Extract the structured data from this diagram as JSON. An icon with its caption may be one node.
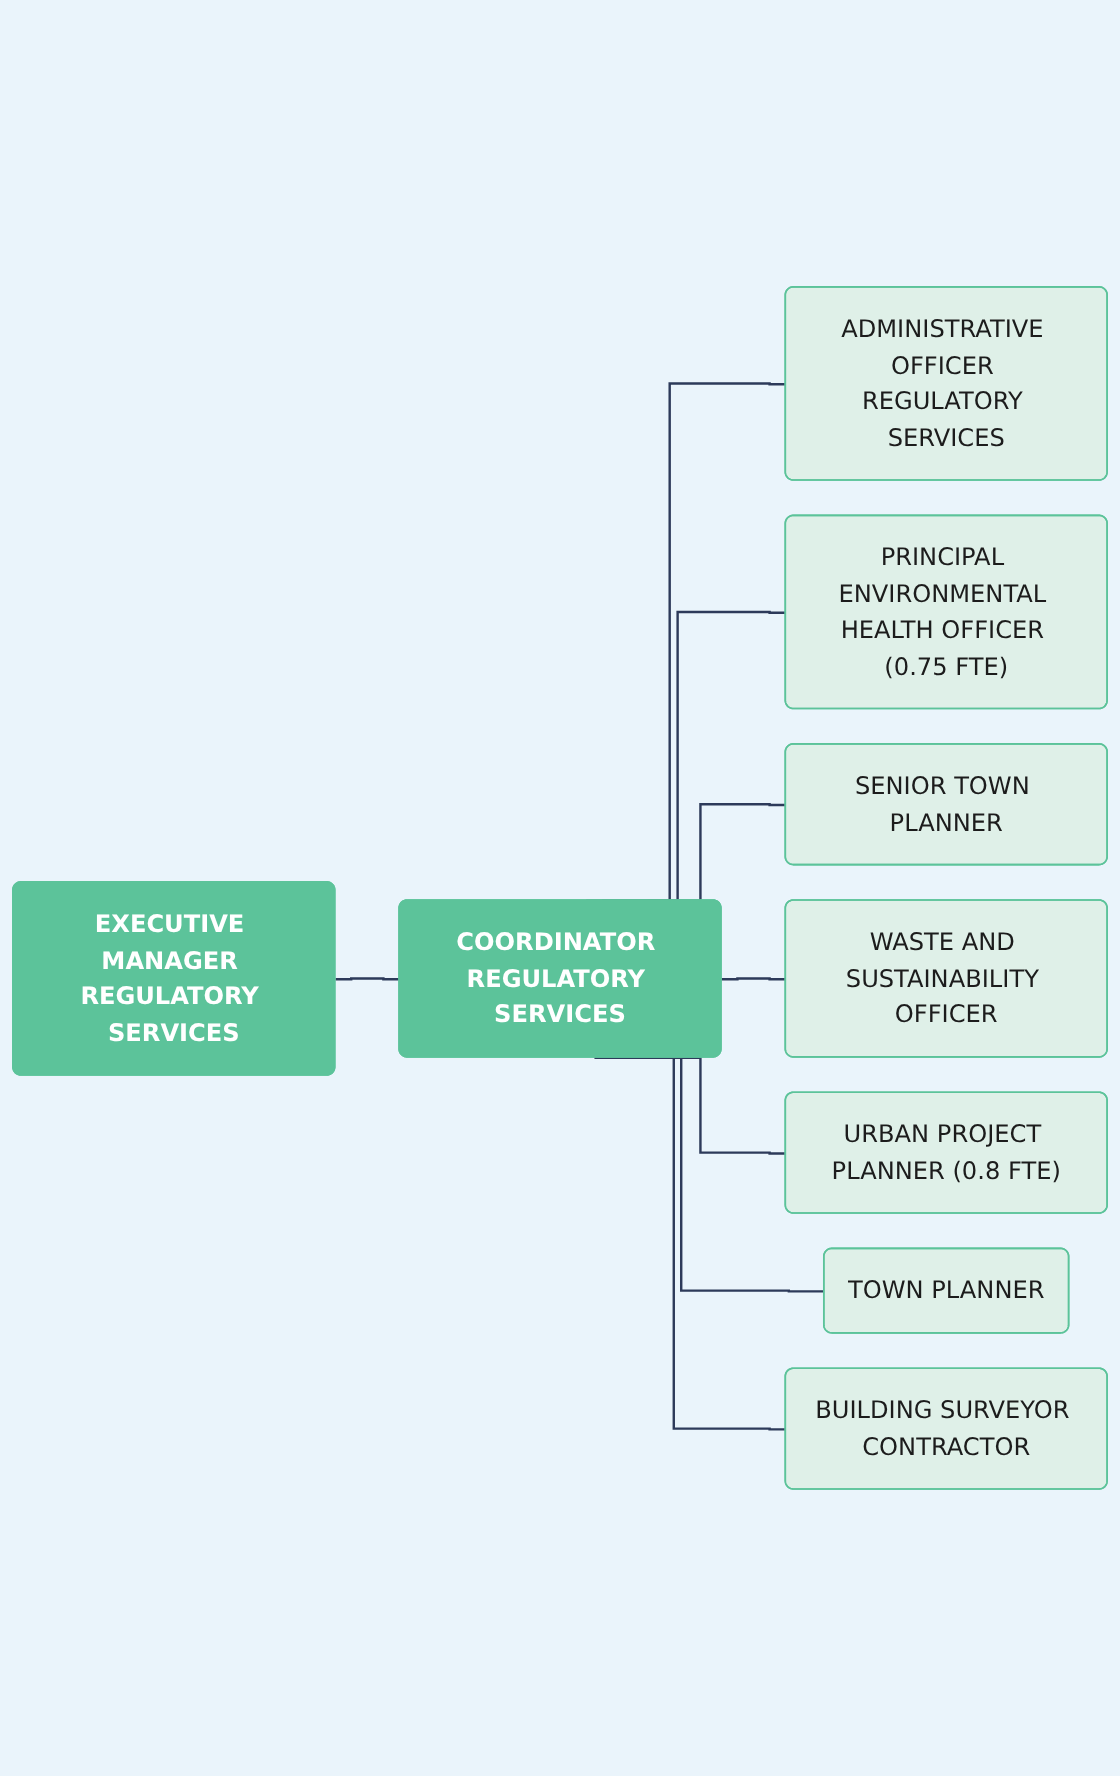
{
  "diagram": {
    "nodes": [
      {
        "text": [
          "EXECUTIVE MANAGER REGULATORY SERVICES"
        ]
      },
      {
        "text": [
          "COORDINATOR REGULATORY SERVICES"
        ]
      },
      {
        "text": [
          "ADMINISTRATIVE OFFICER REGULATORY SERVICES"
        ]
      },
      {
        "text": [
          "PRINCIPAL ENVIRONMENTAL HEALTH OFFICER (0.75 FTE)"
        ]
      },
      {
        "text": [
          "SENIOR TOWN PLANNER"
        ]
      },
      {
        "text": [
          "WASTE AND SUSTAINABILITY OFFICER"
        ]
      },
      {
        "text": [
          "URBAN PROJECT PLANNER (0.8 FTE)"
        ]
      },
      {
        "text": [
          "TOWN PLANNER"
        ]
      },
      {
        "text": [
          "BUILDING SURVEYOR CONTRACTOR"
        ]
      }
    ],
    "edges": [
      {
        "from": 0,
        "to": 1,
        "arrow": "none"
      },
      {
        "from": 1,
        "to": 2,
        "arrow": "none"
      },
      {
        "from": 1,
        "to": 3,
        "arrow": "none"
      },
      {
        "from": 1,
        "to": 4,
        "arrow": "none"
      },
      {
        "from": 1,
        "to": 5,
        "arrow": "none"
      },
      {
        "from": 1,
        "to": 6,
        "arrow": "none"
      },
      {
        "from": 1,
        "to": 7,
        "arrow": "none"
      },
      {
        "from": 1,
        "to": 8,
        "arrow": "none"
      }
    ]
  }
}
